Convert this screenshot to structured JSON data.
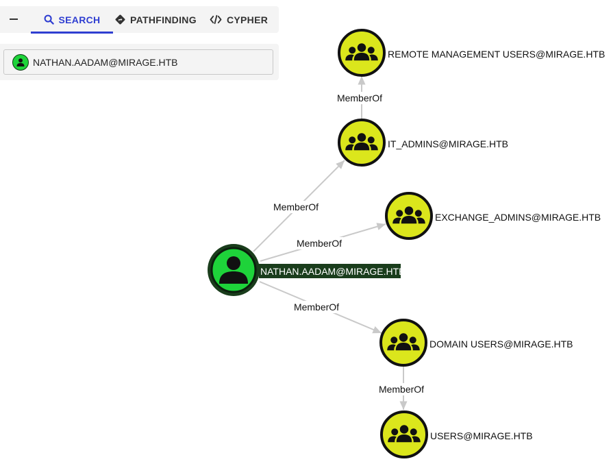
{
  "tabs": {
    "search": "SEARCH",
    "pathfinding": "PATHFINDING",
    "cypher": "CYPHER"
  },
  "search": {
    "value": "NATHAN.AADAM@MIRAGE.HTB"
  },
  "graph": {
    "nodes": {
      "user": "NATHAN.AADAM@MIRAGE.HTB",
      "remote_mgmt": "REMOTE MANAGEMENT USERS@MIRAGE.HTB",
      "it_admins": "IT_ADMINS@MIRAGE.HTB",
      "exchange_admins": "EXCHANGE_ADMINS@MIRAGE.HTB",
      "domain_users": "DOMAIN USERS@MIRAGE.HTB",
      "users": "USERS@MIRAGE.HTB"
    },
    "edges": {
      "user_it_admins": "MemberOf",
      "user_exchange_admins": "MemberOf",
      "user_domain_users": "MemberOf",
      "it_admins_remote_mgmt": "MemberOf",
      "domain_users_users": "MemberOf"
    }
  },
  "colors": {
    "accent": "#2f3ed1",
    "user_node": "#1ed33a",
    "group_node": "#dbe61c",
    "edge": "#c9c9c9"
  }
}
